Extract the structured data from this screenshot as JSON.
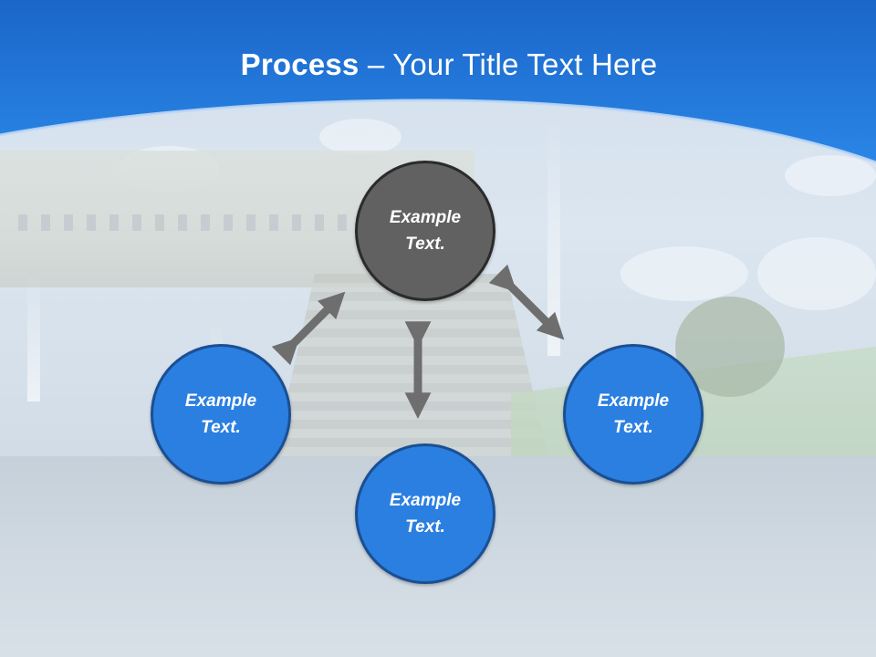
{
  "title": {
    "bold": "Process",
    "rest": " – Your Title Text Here"
  },
  "colors": {
    "header_blue": "#1f74d8",
    "node_blue": "#2b7fe0",
    "node_gray": "#616161",
    "arrow_gray": "#6e6e6e"
  },
  "nodes": {
    "top": {
      "line1": "Example",
      "line2": "Text."
    },
    "left": {
      "line1": "Example",
      "line2": "Text."
    },
    "right": {
      "line1": "Example",
      "line2": "Text."
    },
    "bottom": {
      "line1": "Example",
      "line2": "Text."
    }
  }
}
